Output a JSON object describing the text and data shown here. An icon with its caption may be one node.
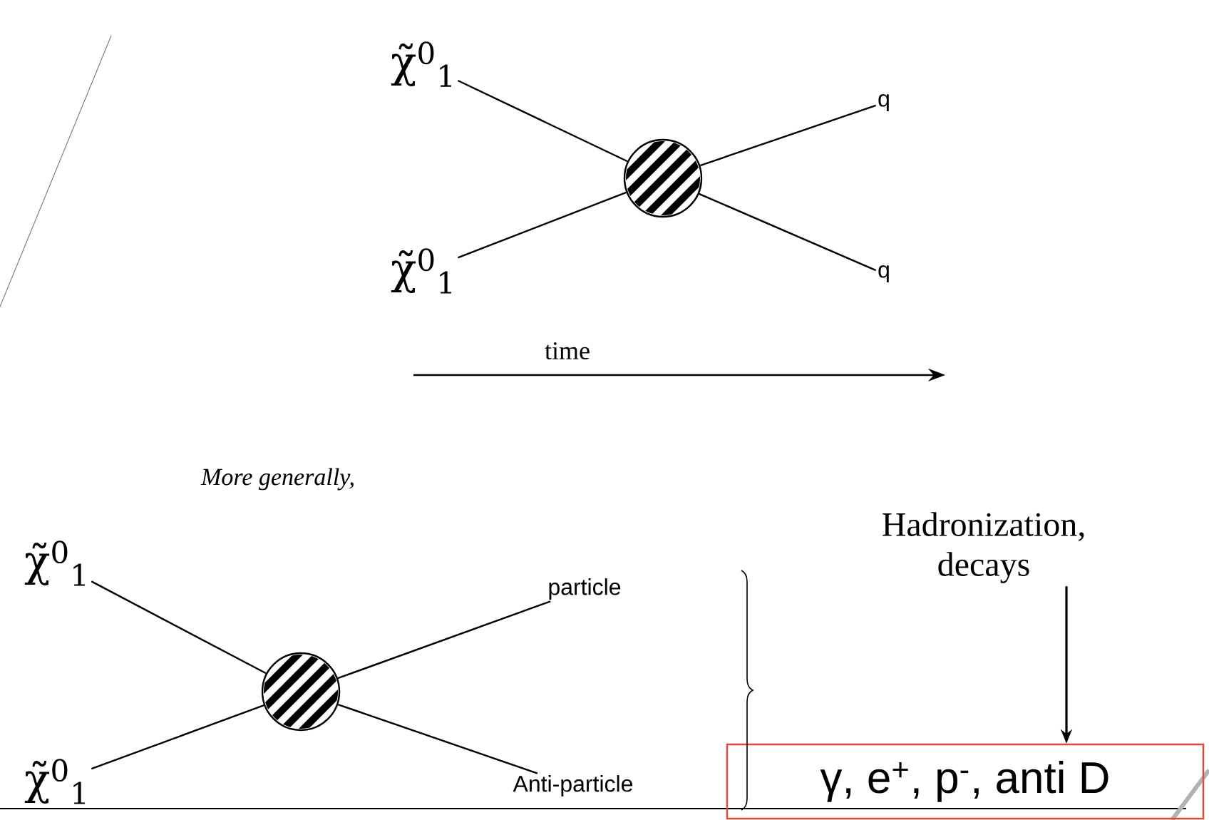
{
  "diagram": {
    "nodes": [
      {
        "text": [
          "χ̃$^{0}$$_{1}$"
        ]
      },
      {
        "text": [
          "χ̃$^{0}$$_{1}$"
        ]
      },
      {
        "text": [],
        "shape": "circle"
      },
      {
        "text": [
          "q"
        ]
      },
      {
        "text": [
          "q"
        ]
      },
      {
        "text": [
          "χ̃$^{0}$$_{1}$"
        ]
      },
      {
        "text": [
          "χ̃$^{0}$$_{1}$"
        ]
      },
      {
        "text": [],
        "shape": "circle"
      },
      {
        "text": [
          "particle"
        ]
      },
      {
        "text": [
          "Anti-particle"
        ]
      },
      {
        "text": [
          "γ, e$^{+}$, p$^{-}$, anti D"
        ]
      },
      {
        "text": [
          "Hadronization, decays"
        ]
      }
    ],
    "edges": [
      {
        "from": 0,
        "to": 2,
        "arrow": "none"
      },
      {
        "from": 1,
        "to": 2,
        "arrow": "none"
      },
      {
        "from": 2,
        "to": 3,
        "arrow": "none"
      },
      {
        "from": 2,
        "to": 4,
        "arrow": "none"
      },
      {
        "from": 5,
        "to": 7,
        "arrow": "none"
      },
      {
        "from": 6,
        "to": 7,
        "arrow": "none"
      },
      {
        "from": 7,
        "to": 8,
        "arrow": "none"
      },
      {
        "from": 7,
        "to": 9,
        "arrow": "none"
      },
      {
        "from": 11,
        "to": 10,
        "arrow": "to"
      }
    ],
    "labels": [
      "time",
      "More generally,"
    ]
  }
}
